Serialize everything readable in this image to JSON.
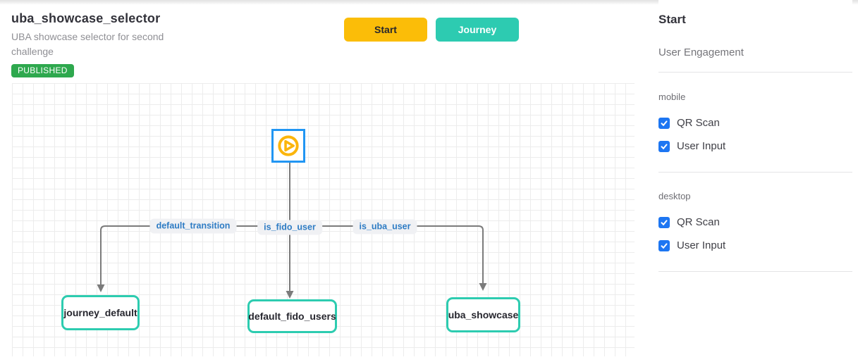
{
  "header": {
    "title": "uba_showcase_selector",
    "subtitle": "UBA showcase selector for second challenge",
    "status_badge": "PUBLISHED",
    "start_button": "Start",
    "journey_button": "Journey"
  },
  "canvas": {
    "start_node": {
      "icon": "play-icon"
    },
    "edges": [
      {
        "label": "default_transition"
      },
      {
        "label": "is_fido_user"
      },
      {
        "label": "is_uba_user"
      }
    ],
    "nodes": [
      {
        "label": "journey_default"
      },
      {
        "label": "default_fido_users"
      },
      {
        "label": "uba_showcase"
      }
    ]
  },
  "sidebar": {
    "title": "Start",
    "subtitle": "User Engagement",
    "sections": [
      {
        "label": "mobile",
        "options": [
          {
            "label": "QR Scan",
            "checked": true
          },
          {
            "label": "User Input",
            "checked": true
          }
        ]
      },
      {
        "label": "desktop",
        "options": [
          {
            "label": "QR Scan",
            "checked": true
          },
          {
            "label": "User Input",
            "checked": true
          }
        ]
      }
    ]
  },
  "colors": {
    "start_button": "#fbbd08",
    "journey_button": "#2dcbb1",
    "published_badge": "#2ea84e",
    "start_node_border": "#2196f3",
    "play_icon": "#fbb50c",
    "node_border": "#2dccb0",
    "edge_line": "#7b7b7b",
    "edge_label_text": "#2e7cc4",
    "checkbox": "#1d76f2",
    "grid_line": "#ececec"
  }
}
